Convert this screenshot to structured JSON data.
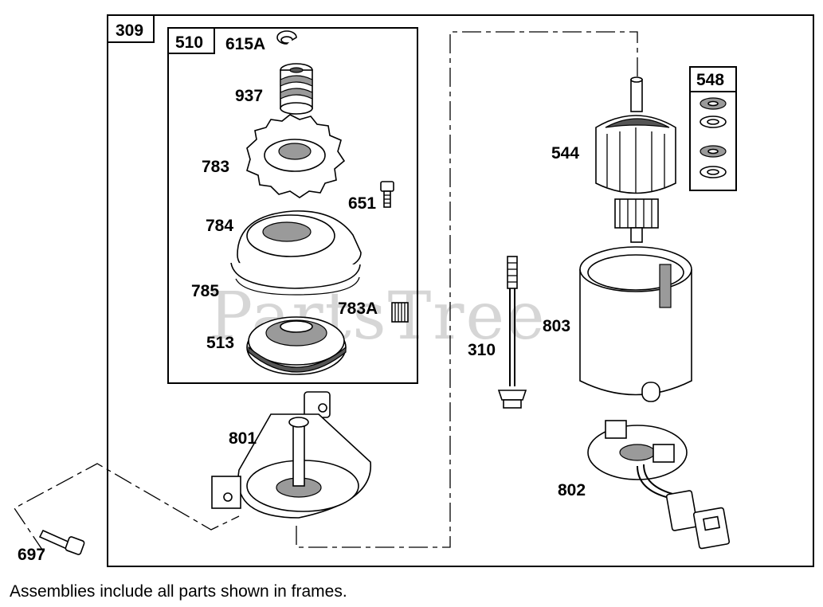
{
  "watermark": "PartsTree",
  "caption": "Assemblies include all parts shown in frames.",
  "frames": {
    "outer": "309",
    "inner_drive": "510",
    "washers": "548"
  },
  "parts": {
    "p615A": "615A",
    "p937": "937",
    "p783": "783",
    "p651": "651",
    "p784": "784",
    "p785": "785",
    "p783A": "783A",
    "p513": "513",
    "p801": "801",
    "p697": "697",
    "p544": "544",
    "p310": "310",
    "p803": "803",
    "p802": "802"
  }
}
